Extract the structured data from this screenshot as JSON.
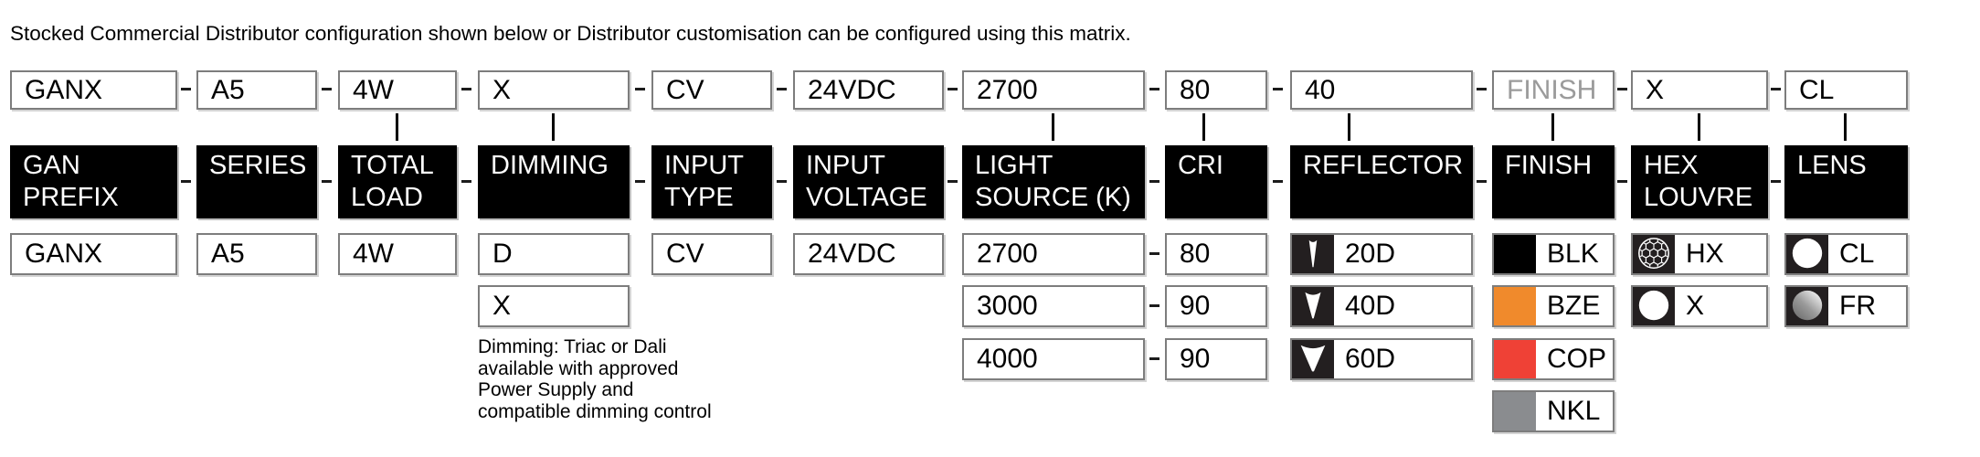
{
  "intro": "Stocked Commercial Distributor configuration shown below or Distributor customisation can be configured using this matrix.",
  "columns": [
    {
      "key": "gan-prefix",
      "header": "GAN\nPREFIX",
      "top_value": "GANX",
      "options": [
        {
          "label": "GANX"
        }
      ]
    },
    {
      "key": "series",
      "header": "SERIES",
      "top_value": "A5",
      "options": [
        {
          "label": "A5"
        }
      ]
    },
    {
      "key": "total-load",
      "header": "TOTAL\nLOAD",
      "top_value": "4W",
      "options": [
        {
          "label": "4W"
        }
      ]
    },
    {
      "key": "dimming",
      "header": "DIMMING",
      "top_value": "X",
      "options": [
        {
          "label": "D"
        },
        {
          "label": "X"
        }
      ],
      "note": "Dimming: Triac or Dali\navailable with approved\nPower Supply and\ncompatible dimming control"
    },
    {
      "key": "input-type",
      "header": "INPUT\nTYPE",
      "top_value": "CV",
      "options": [
        {
          "label": "CV"
        }
      ]
    },
    {
      "key": "input-voltage",
      "header": "INPUT\nVOLTAGE",
      "top_value": "24VDC",
      "options": [
        {
          "label": "24VDC"
        }
      ]
    },
    {
      "key": "light-source",
      "header": "LIGHT\nSOURCE (K)",
      "top_value": "2700",
      "options": [
        {
          "label": "2700"
        },
        {
          "label": "3000"
        },
        {
          "label": "4000"
        }
      ]
    },
    {
      "key": "cri",
      "header": "CRI",
      "top_value": "80",
      "options": [
        {
          "label": "80"
        },
        {
          "label": "90"
        },
        {
          "label": "90"
        }
      ]
    },
    {
      "key": "reflector",
      "header": "REFLECTOR",
      "top_value": "40",
      "options": [
        {
          "icon": "beam-narrow-icon",
          "label": "20D"
        },
        {
          "icon": "beam-medium-icon",
          "label": "40D"
        },
        {
          "icon": "beam-wide-icon",
          "label": "60D"
        }
      ]
    },
    {
      "key": "finish",
      "header": "FINISH",
      "top_value": "FINISH",
      "top_is_placeholder": true,
      "options": [
        {
          "swatch": "#000000",
          "label": "BLK"
        },
        {
          "swatch": "#F08A2C",
          "label": "BZE"
        },
        {
          "swatch": "#EF4136",
          "label": "COP"
        },
        {
          "swatch": "#8A8C8F",
          "label": "NKL"
        }
      ]
    },
    {
      "key": "hex-louvre",
      "header": "HEX\nLOUVRE",
      "top_value": "X",
      "options": [
        {
          "icon": "hex-mesh-icon",
          "label": "HX"
        },
        {
          "icon": "clear-circle-icon",
          "label": "X"
        }
      ]
    },
    {
      "key": "lens",
      "header": "LENS",
      "top_value": "CL",
      "options": [
        {
          "icon": "clear-circle-icon",
          "label": "CL"
        },
        {
          "icon": "frosted-circle-icon",
          "label": "FR"
        }
      ]
    }
  ],
  "colors": {
    "header_bg": "#000000",
    "placeholder_text": "#9B9B9B",
    "icon_bg": "#231F20",
    "swatch_blk": "#000000",
    "swatch_bze": "#F08A2C",
    "swatch_cop": "#EF4136",
    "swatch_nkl": "#8A8C8F"
  }
}
